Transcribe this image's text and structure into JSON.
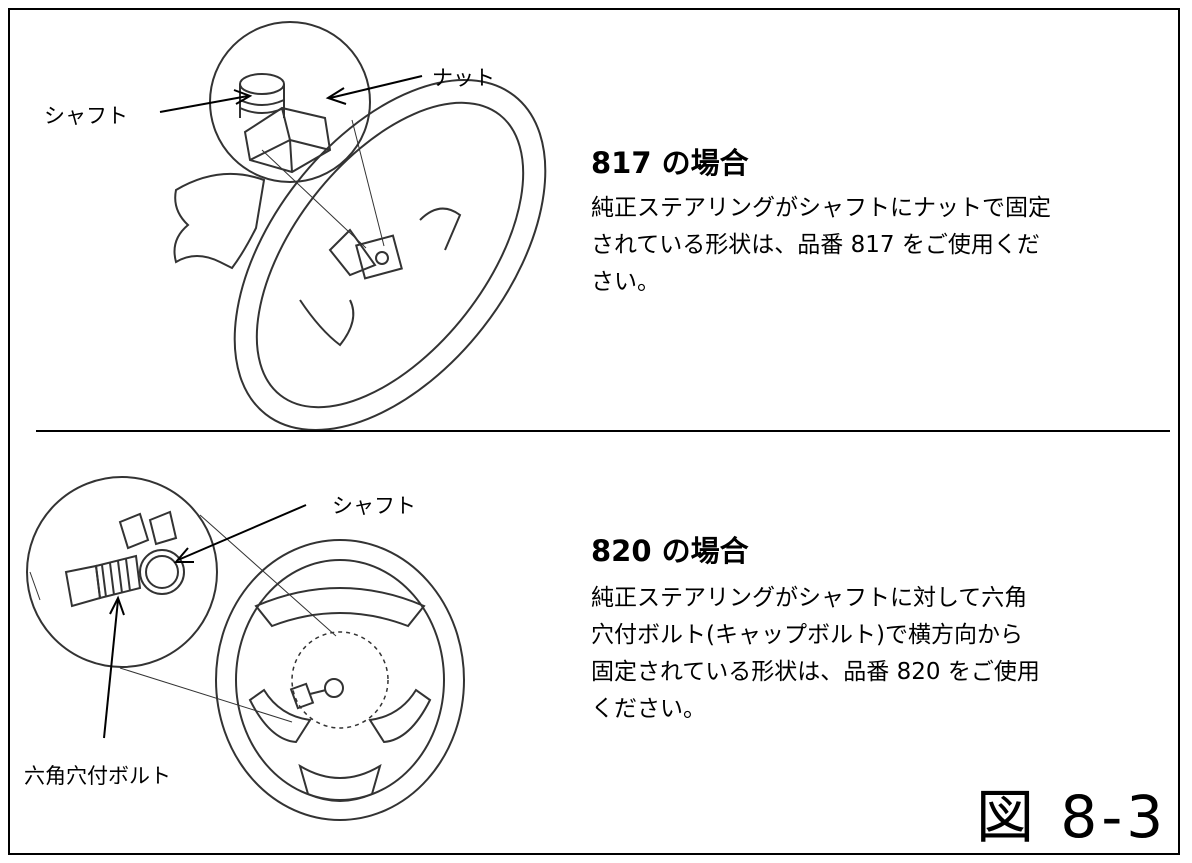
{
  "section_817": {
    "heading": "817 の場合",
    "lines": [
      "純正ステアリングがシャフトにナットで固定",
      "されている形状は、品番 817 をご使用くだ",
      "さい。"
    ],
    "callout_shaft": "シャフト",
    "callout_nut": "ナット"
  },
  "section_820": {
    "heading": "820 の場合",
    "lines": [
      "純正ステアリングがシャフトに対して六角",
      "穴付ボルト(キャップボルト)で横方向から",
      "固定されている形状は、品番 820 をご使用",
      "ください。"
    ],
    "callout_shaft": "シャフト",
    "callout_bolt": "六角穴付ボルト"
  },
  "figure_label": "図 8-3"
}
